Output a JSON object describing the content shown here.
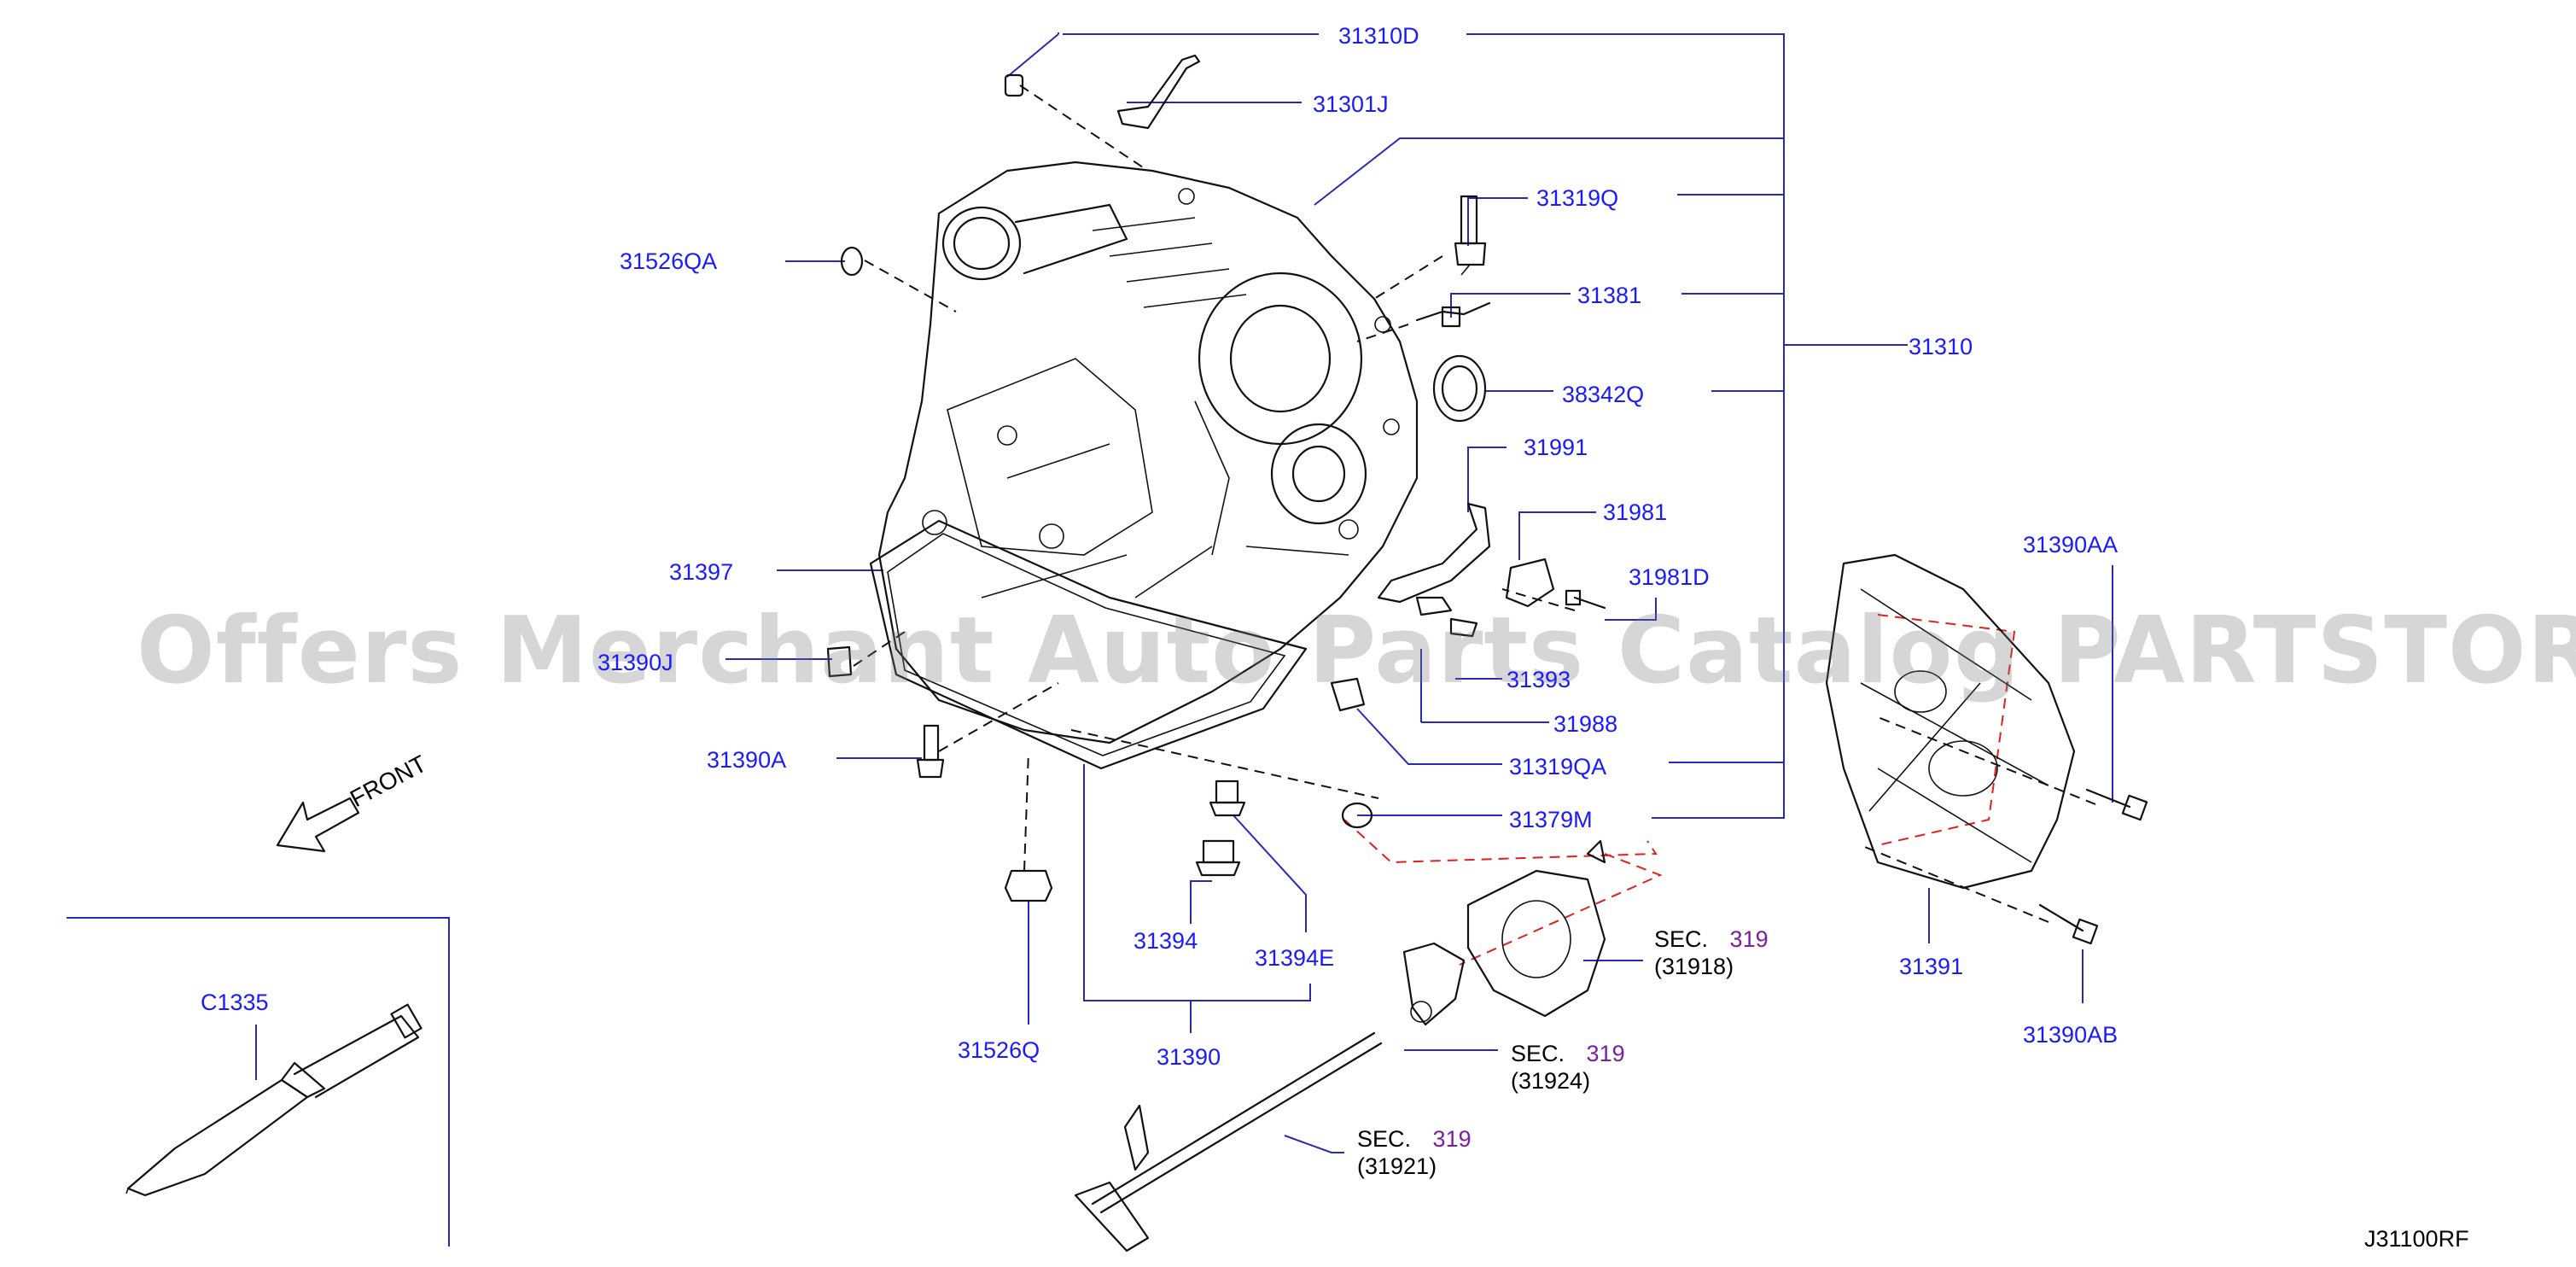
{
  "diagram_code": "J31100RF",
  "watermark": "Offers Merchant Auto Parts Catalog PARTSTORE.SA",
  "front_label": "FRONT",
  "parts": {
    "p31310D": "31310D",
    "p31301J": "31301J",
    "p31319Q": "31319Q",
    "p31526QA": "31526QA",
    "p31381": "31381",
    "p31310": "31310",
    "p38342Q": "38342Q",
    "p31991": "31991",
    "p31981": "31981",
    "p31397": "31397",
    "p31981D": "31981D",
    "p31390AA": "31390AA",
    "p31390J": "31390J",
    "p31393": "31393",
    "p31988": "31988",
    "p31390A": "31390A",
    "p31319QA": "31319QA",
    "p31379M": "31379M",
    "p31394": "31394",
    "p31394E": "31394E",
    "p31391": "31391",
    "p31390AB": "31390AB",
    "p31526Q": "31526Q",
    "p31390": "31390",
    "pC1335": "C1335"
  },
  "sections": [
    {
      "prefix": "SEC.",
      "number": "319",
      "part": "(31918)"
    },
    {
      "prefix": "SEC.",
      "number": "319",
      "part": "(31924)"
    },
    {
      "prefix": "SEC.",
      "number": "319",
      "part": "(31921)"
    }
  ]
}
